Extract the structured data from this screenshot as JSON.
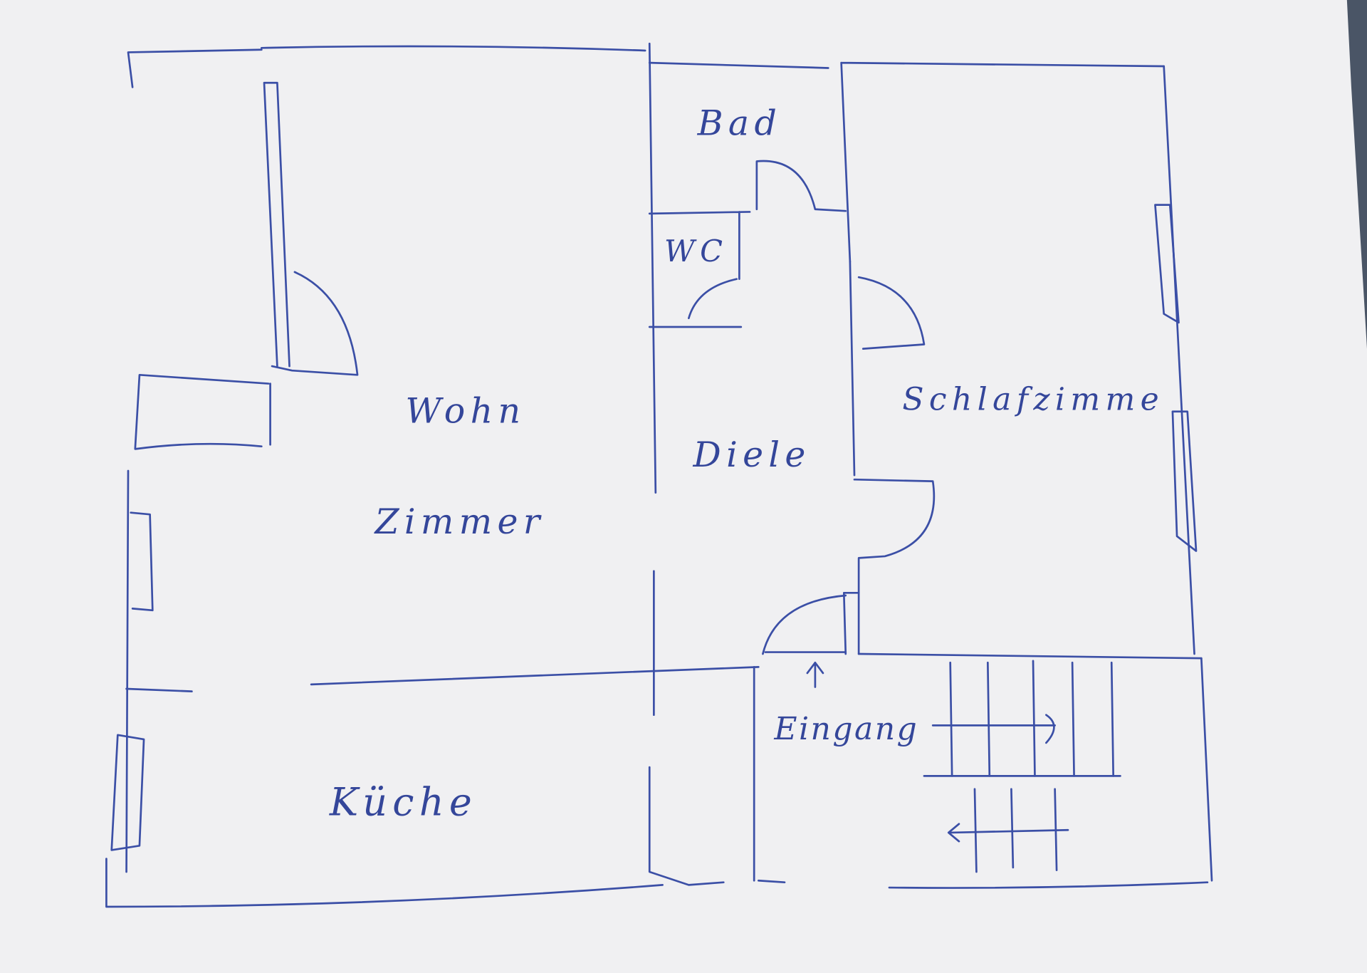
{
  "diagram": {
    "type": "hand-drawn floor plan",
    "rooms": {
      "bad": "Bad",
      "wc": "WC",
      "wohn": "Wohn",
      "zimmer": "Zimmer",
      "diele": "Diele",
      "schlafzimmer": "Schlafzimme",
      "eingang": "Eingang",
      "kueche": "Küche"
    },
    "colors": {
      "ink": "#3b4fa6",
      "paper": "#f0f0f2",
      "background": "#4a5566"
    }
  }
}
